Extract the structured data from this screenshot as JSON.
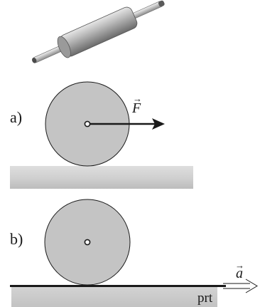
{
  "panel_a": {
    "label": "a)",
    "force_symbol": "F",
    "vector_mark": "→"
  },
  "panel_b": {
    "label": "b)",
    "accel_symbol": "a",
    "vector_mark": "→",
    "surface_label": "prt"
  },
  "colors": {
    "disk_fill": "#c4c4c4",
    "outline": "#1a1a1a",
    "ground_top": "#d9d9d9",
    "ground_bottom": "#bdbdbd"
  }
}
